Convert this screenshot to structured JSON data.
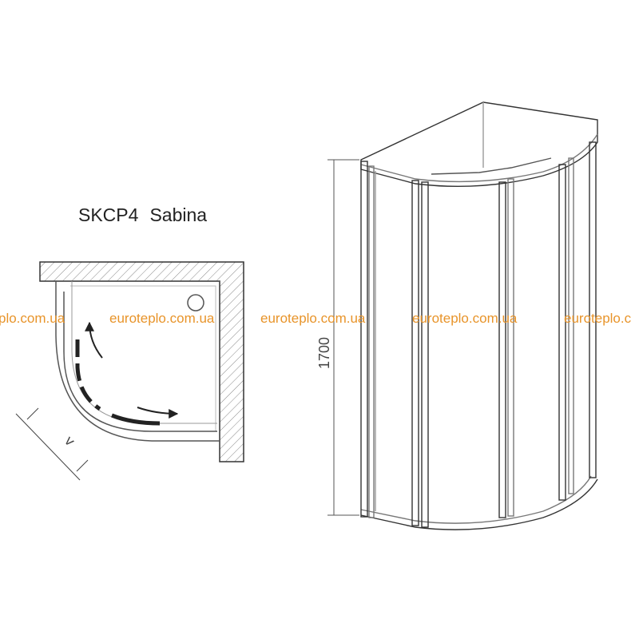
{
  "model": "SKCP4",
  "name": "Sabina",
  "height_label": "1700",
  "width_label": "v",
  "watermark": [
    "plo.com.ua",
    "euroteplo.com.ua",
    "euroteplo.com.ua",
    "euroteplo.com.ua",
    "euroteplo.c"
  ],
  "colors": {
    "watermark": "#e8942a",
    "line": "#333333"
  }
}
